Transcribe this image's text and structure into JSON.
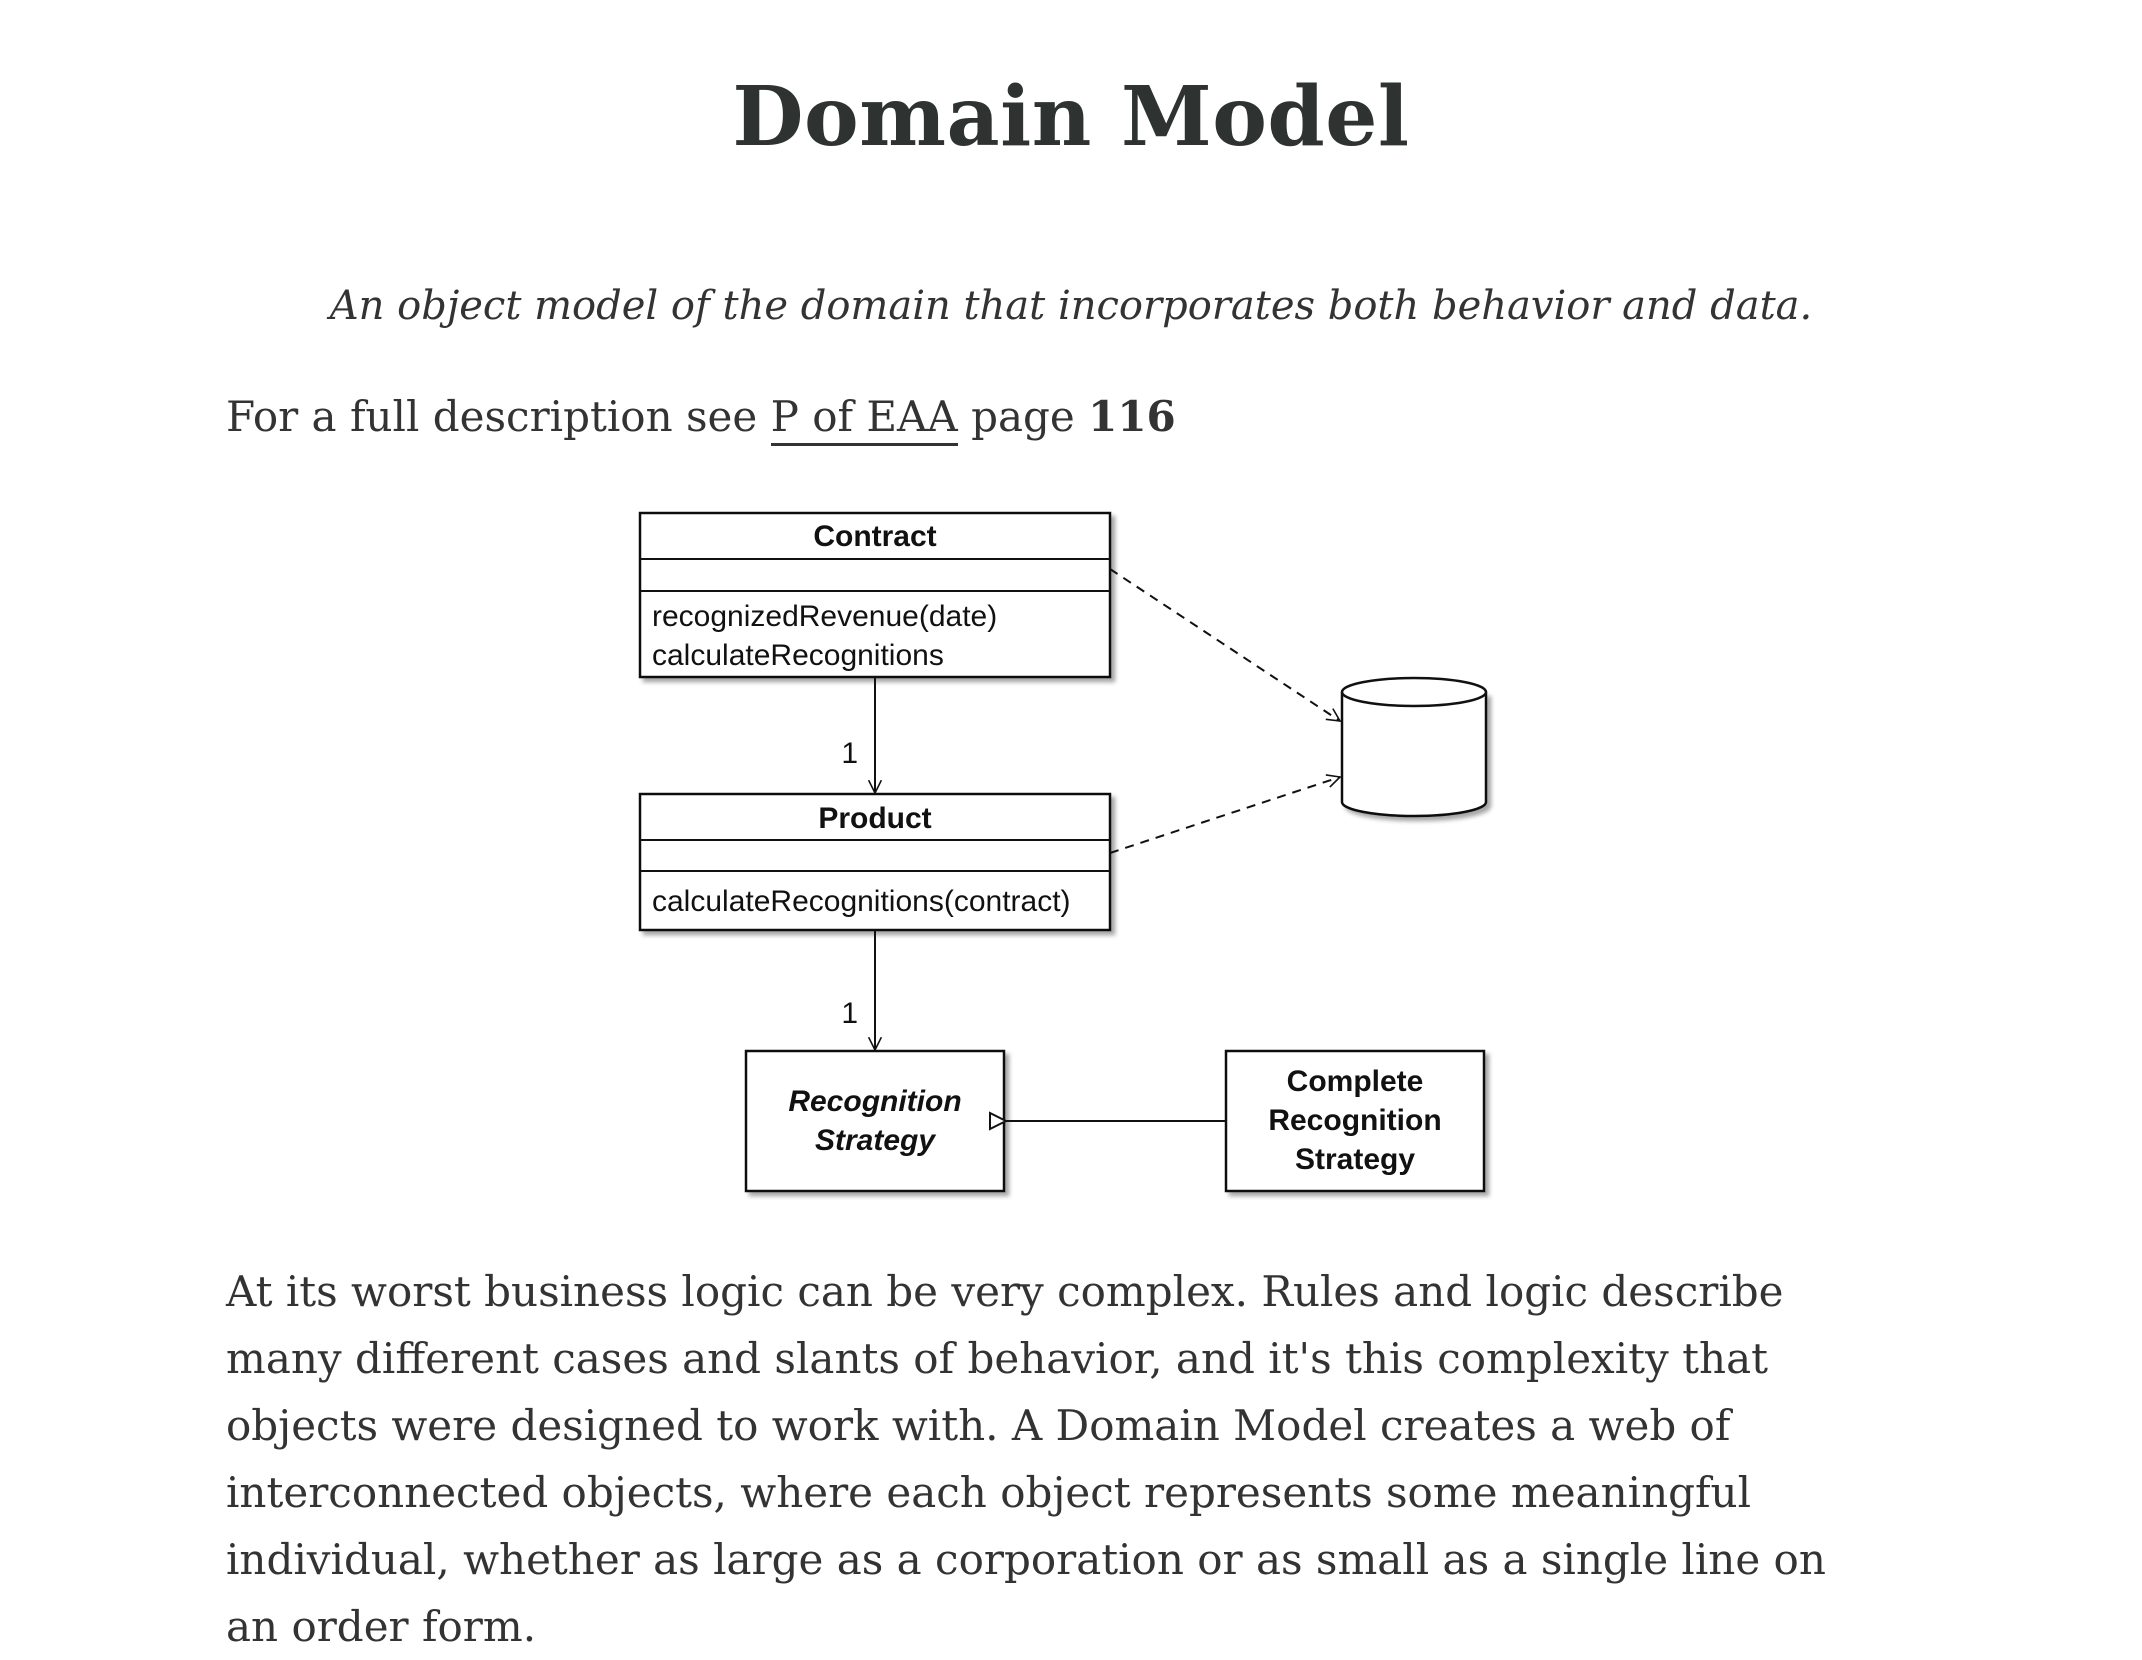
{
  "page": {
    "title": "Domain Model",
    "intent": "An object model of the domain that incorporates both behavior and data.",
    "reference": {
      "prefix": "For a full description see",
      "link_text": "P of EAA",
      "page_label": "page",
      "page_number": "116"
    },
    "body_paragraph": "At its worst business logic can be very complex. Rules and logic describe many different cases and slants of behavior, and it's this complexity that objects were designed to work with. A Domain Model creates a web of interconnected objects, where each object represents some meaningful individual, whether as large as a corporation or as small as a single line on an order form."
  },
  "diagram": {
    "contract": {
      "name": "Contract",
      "methods": [
        "recognizedRevenue(date)",
        "calculateRecognitions"
      ]
    },
    "product": {
      "name": "Product",
      "methods": [
        "calculateRecognitions(contract)"
      ]
    },
    "recognition_strategy": {
      "name_line1": "Recognition",
      "name_line2": "Strategy"
    },
    "complete_recognition_strategy": {
      "name_line1": "Complete",
      "name_line2": "Recognition",
      "name_line3": "Strategy"
    },
    "multiplicity_contract_product": "1",
    "multiplicity_product_strategy": "1"
  }
}
